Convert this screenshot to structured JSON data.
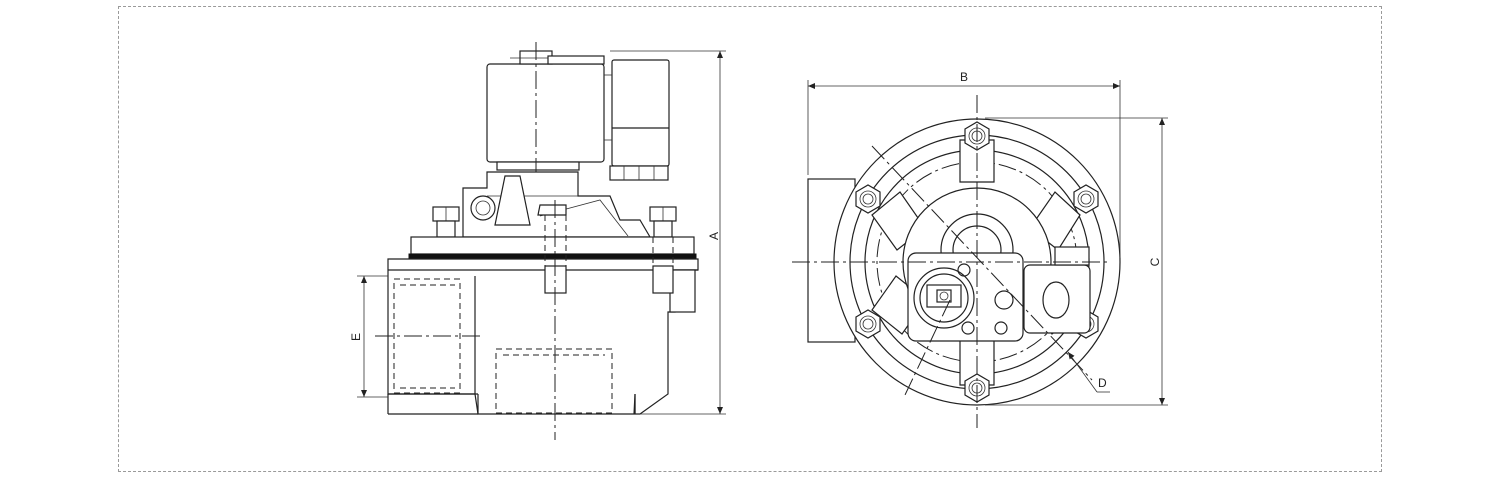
{
  "drawing": {
    "side_view": {
      "dimension_labels": {
        "height": "A",
        "port": "E"
      }
    },
    "front_view": {
      "dimension_labels": {
        "width": "B",
        "height": "C",
        "bolt_circle": "D"
      }
    }
  }
}
